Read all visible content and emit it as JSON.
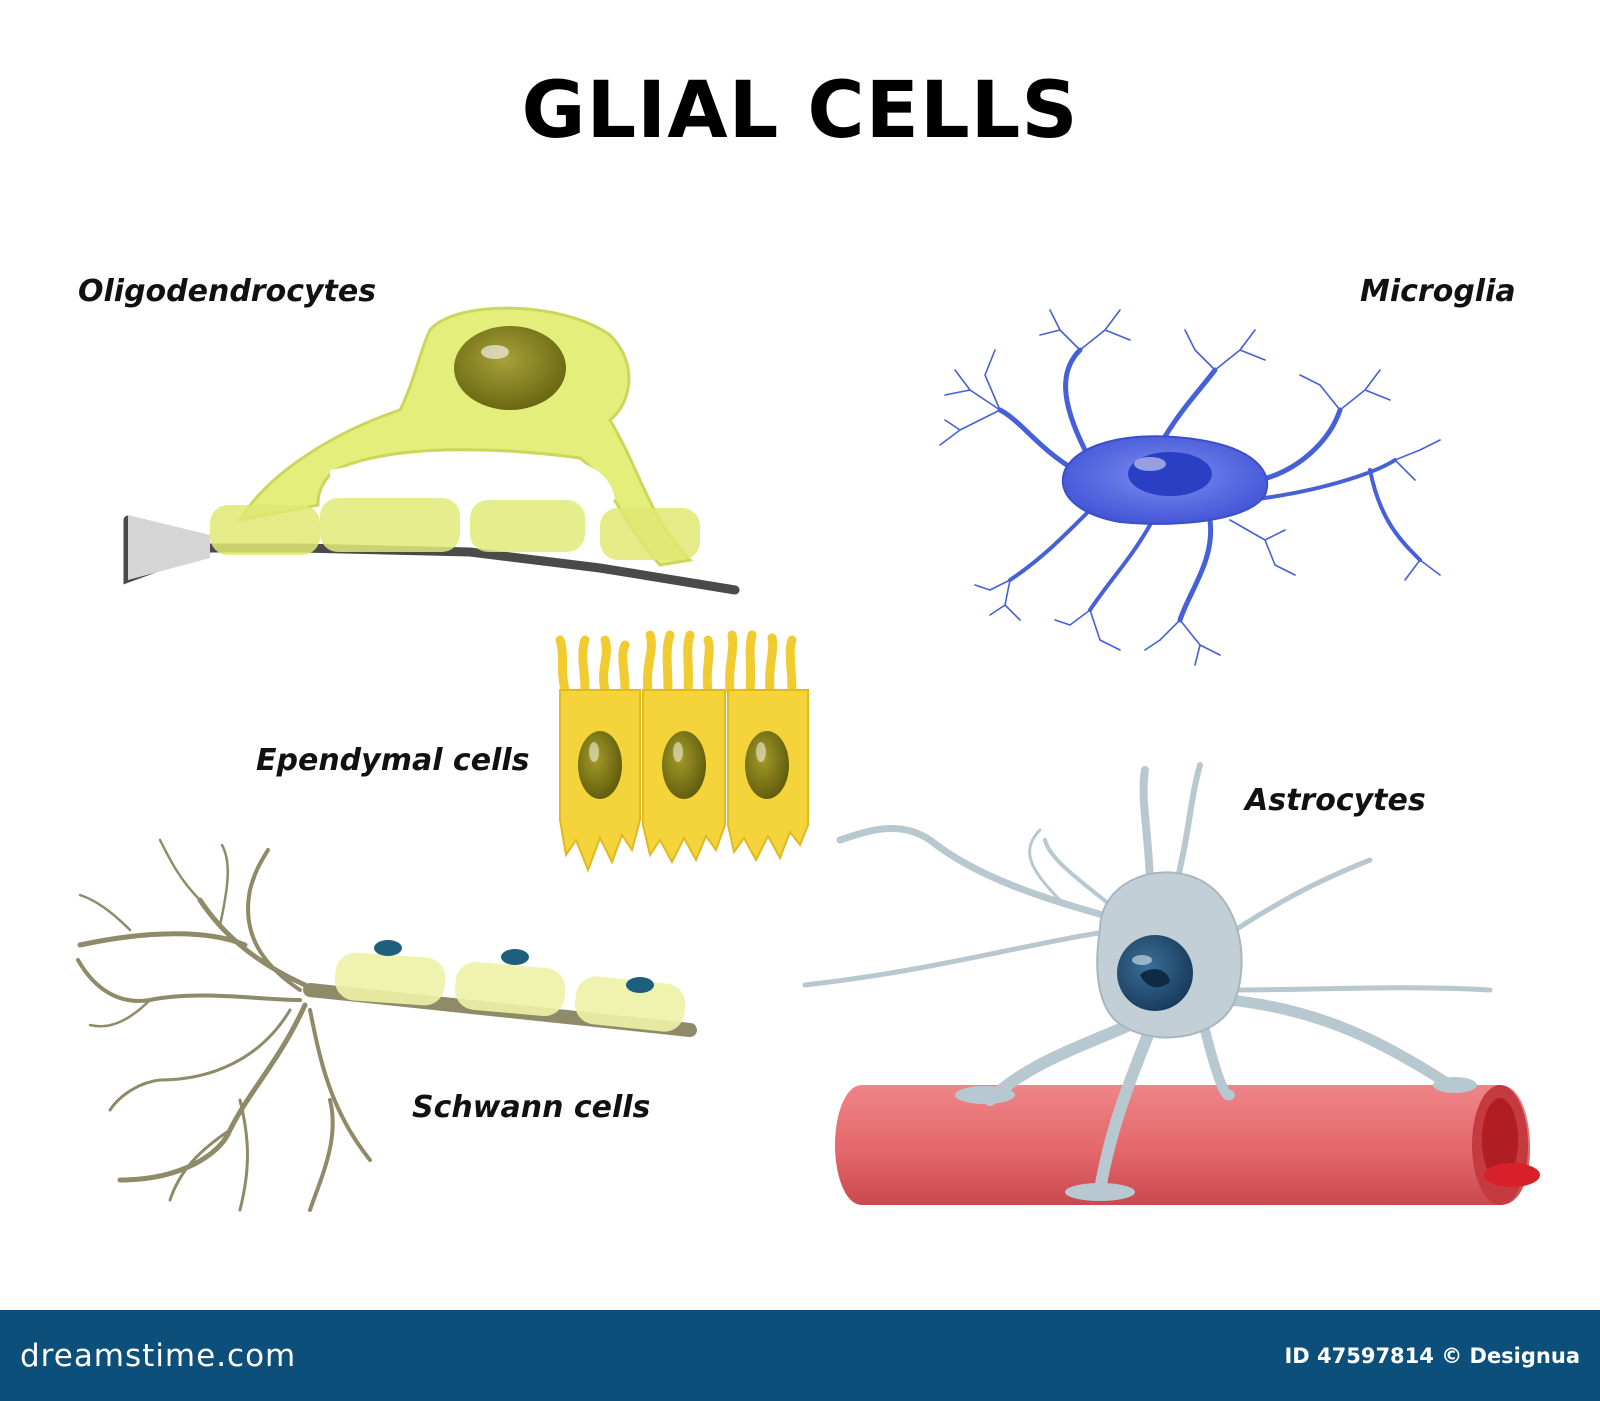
{
  "title": "GLIAL CELLS",
  "labels": {
    "oligodendrocytes": "Oligodendrocytes",
    "microglia": "Microglia",
    "ependymal": "Ependymal cells",
    "astrocytes": "Astrocytes",
    "schwann": "Schwann cells"
  },
  "footer": {
    "brand": "dreamstime.com",
    "credit": "ID 47597814 © Designua"
  },
  "colors": {
    "oligodendrocyte": "#e6ef7a",
    "microglia": "#4a5fd8",
    "ependymal": "#f2d23a",
    "astrocyte": "#c3cfd6",
    "blood_vessel": "#e86a6e",
    "schwann": "#eef3a0",
    "neuron": "#8f8a68",
    "footer_bar": "#0b4f7a"
  }
}
